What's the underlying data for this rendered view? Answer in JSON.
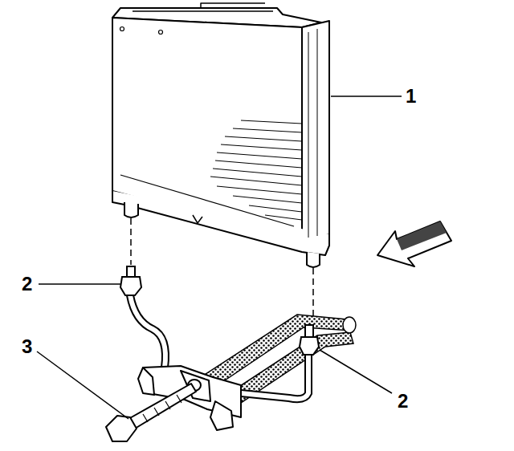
{
  "diagram": {
    "labels": [
      "1",
      "2",
      "2",
      "3"
    ]
  }
}
